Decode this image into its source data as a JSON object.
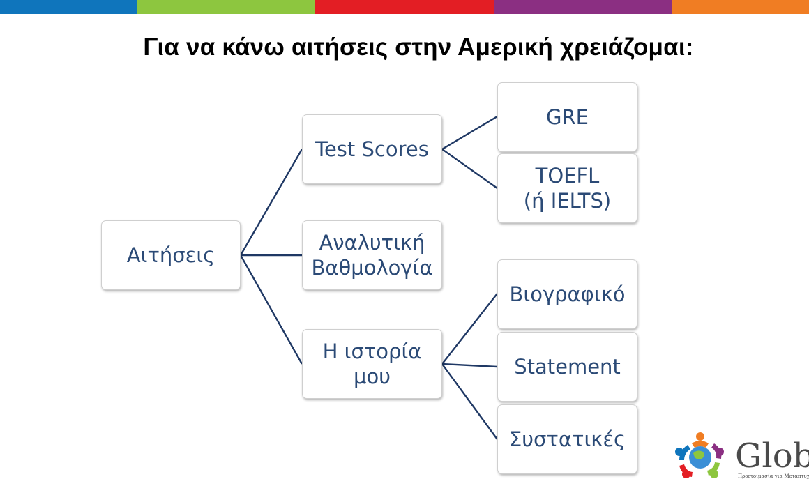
{
  "title": "Για να κάνω αιτήσεις στην Αμερική χρειάζομαι:",
  "topbar_colors": [
    "#0f75bc",
    "#8dc63f",
    "#e31e24",
    "#8b2f82",
    "#f07d23"
  ],
  "nodes": {
    "root": "Αιτήσεις",
    "test_scores": "Test Scores",
    "transcript": [
      "Αναλυτική",
      "Βαθμολογία"
    ],
    "my_story": [
      "Η ιστορία",
      "μου"
    ],
    "gre": "GRE",
    "toefl": [
      "TOEFL",
      "(ή IELTS)"
    ],
    "cv": "Βιογραφικό",
    "statement": "Statement",
    "references": "Συστατικές"
  },
  "line_color": "#1f3864",
  "logo": {
    "word": "Global",
    "tagline": "Προετοιμασία για Μεταπτυχιακές Σπουδές",
    "icon": "people-circle-globe-icon"
  }
}
